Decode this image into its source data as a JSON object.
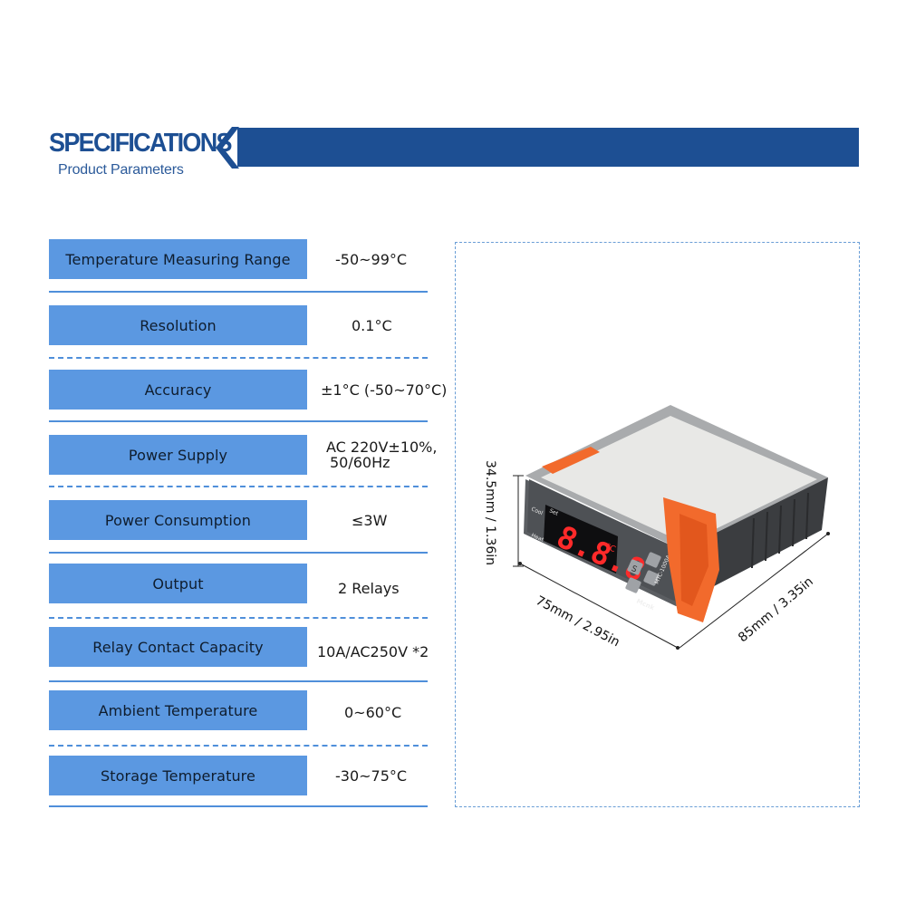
{
  "header": {
    "title": "SPECIFICATIONS",
    "subtitle": "Product Parameters",
    "accent_color": "#1d4f93"
  },
  "specs": [
    {
      "label": "Temperature Measuring Range",
      "value": "-50~99°C"
    },
    {
      "label": "Resolution",
      "value": "0.1°C"
    },
    {
      "label": "Accuracy",
      "value": "±1°C (-50~70°C)"
    },
    {
      "label": "Power Supply",
      "value_line1": "AC 220V±10%,",
      "value_line2": "50/60Hz"
    },
    {
      "label": "Power Consumption",
      "value": "≤3W"
    },
    {
      "label": "Output",
      "value": "2 Relays"
    },
    {
      "label": "Relay Contact Capacity",
      "value": "10A/AC250V *2"
    },
    {
      "label": "Ambient Temperature",
      "value": "0~60°C"
    },
    {
      "label": "Storage Temperature",
      "value": "-30~75°C"
    }
  ],
  "product": {
    "model": "MTC-1000A",
    "brand": "Mcnk",
    "display_reading": "8.8.8",
    "display_unit": "°C",
    "indicator_cool": "Cool",
    "indicator_set": "Set",
    "indicator_heat": "Heat",
    "button_s": "S",
    "dim_height": "34.5mm / 1.36in",
    "dim_width": "75mm / 2.95in",
    "dim_depth": "85mm / 3.35in"
  }
}
